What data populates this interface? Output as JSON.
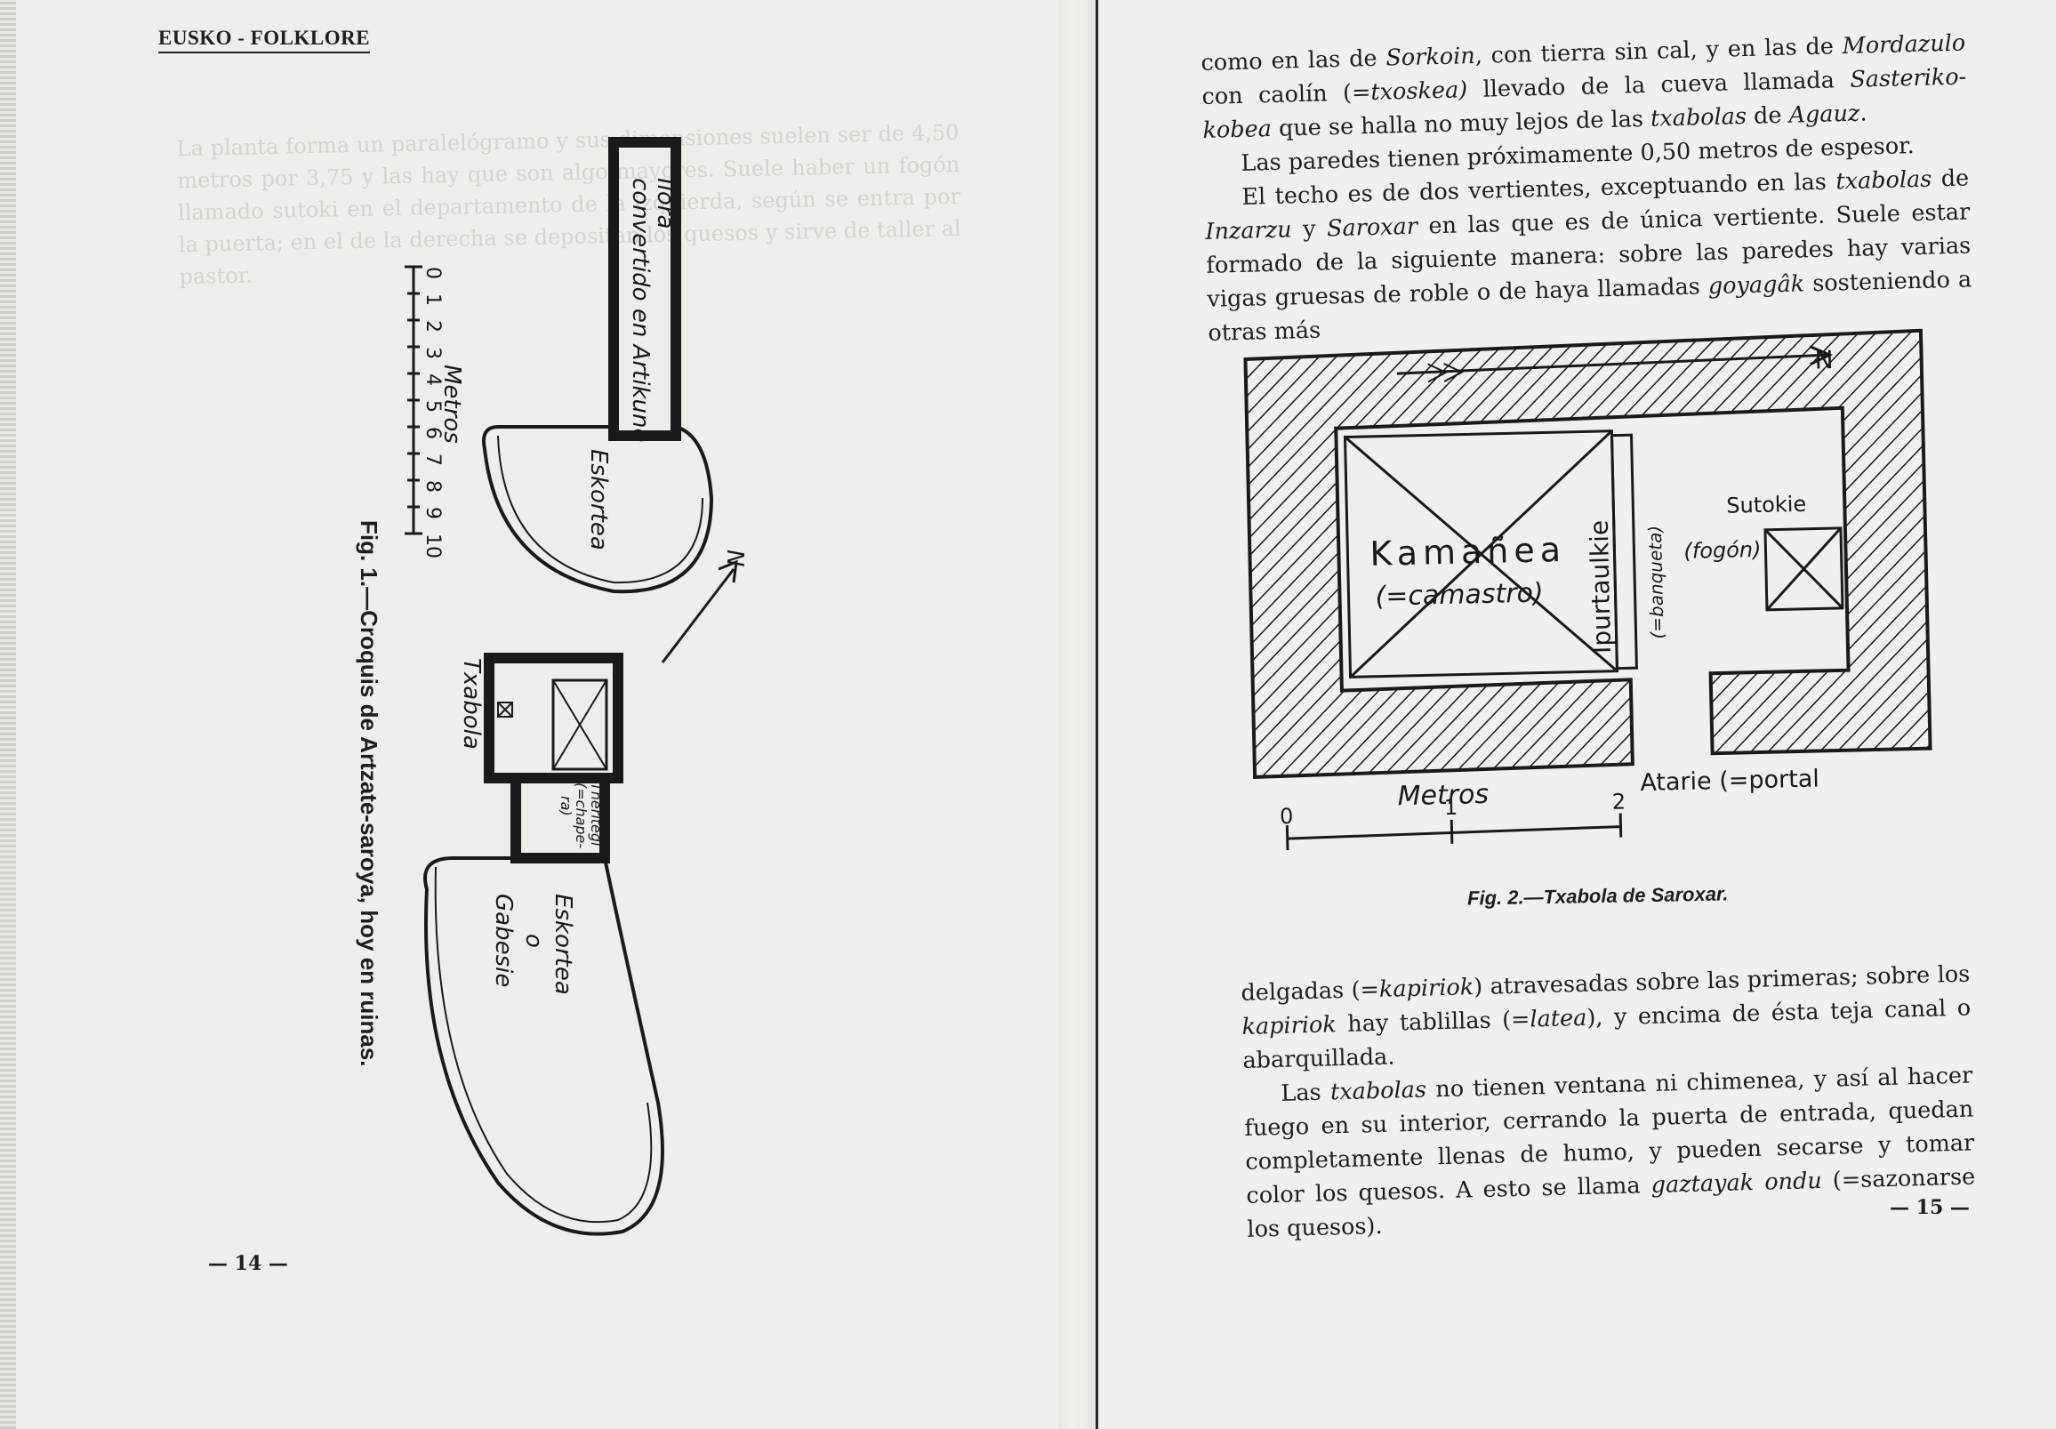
{
  "left_page": {
    "running_head": "EUSKO - FOLKLORE",
    "folio": "— 14 —",
    "figure1": {
      "caption": "Fig. 1.—Croquis de Artzate-saroya, hoy en ruinas.",
      "labels": {
        "room_top": "Ilora",
        "room_top_2": "convertido en Artikune",
        "eskortea_top": "Eskortea",
        "txabola": "Txabola",
        "theritegi": "Theritegi",
        "theritegi_2": "(=chape-",
        "theritegi_3": "ra)",
        "eskortea_bottom": "Eskortea",
        "o": "o",
        "gabesie": "Gabesie",
        "metros": "Metros",
        "north": "N"
      },
      "scale": [
        "0",
        "1",
        "2",
        "3",
        "4",
        "5",
        "6",
        "7",
        "8",
        "9",
        "10"
      ]
    },
    "ghost_text": "La planta forma un paralelógramo y sus dimensiones suelen ser de 4,50 metros por 3,75 y las hay que son algo mayores. Suele haber un fogón llamado sutoki en el departamento de la izquierda, según se entra por la puerta; en el de la derecha se depositan los quesos y sirve de taller al pastor."
  },
  "right_page": {
    "folio": "— 15 —",
    "para1_parts": [
      "como en las de ",
      "Sorkoin",
      ", con tierra sin cal, y en las de ",
      "Mordazulo",
      " con caolín (=",
      "txoskea)",
      " llevado de la cueva llamada ",
      "Sasteriko-kobea",
      " que se halla no muy lejos de las ",
      "txabolas",
      " de ",
      "Agauz",
      "."
    ],
    "para2": "Las paredes tienen próximamente 0,50 metros de espesor.",
    "para3_parts": [
      "El techo es de dos vertientes, exceptuando en las ",
      "txabolas",
      " de ",
      "Inzarzu",
      " y ",
      "Saroxar",
      " en las que es de única vertiente. Suele estar formado de la siguiente manera: sobre las paredes hay varias vigas gruesas de roble o de haya llamadas ",
      "goyagâk",
      " sosteniendo a otras más"
    ],
    "figure2": {
      "caption_prefix": "Fig. 2.—Txabola",
      "caption_suffix": " de Saroxar.",
      "kamanea": "Kamañea",
      "camastro": "(=camastro)",
      "ipurtaukie": "Ipurtaulkie",
      "banqueta": "(=banqueta)",
      "sutokie": "Sutokie",
      "fogon": "(fogón)",
      "atarie": "Atarie (=portal",
      "metros": "Metros",
      "scale": [
        "0",
        "1",
        "2"
      ],
      "north": "N"
    },
    "para4_parts": [
      "delgadas (=",
      "kapiriok",
      ") atravesadas sobre las primeras; sobre los ",
      "kapiriok",
      " hay tablillas (=",
      "latea",
      "), y encima de ésta teja canal o abarquillada."
    ],
    "para5_parts": [
      "Las ",
      "txabolas",
      " no tienen ventana ni chimenea, y así al hacer fuego en su interior, cerrando la puerta de entrada, quedan completamente llenas de humo, y pueden secarse y tomar color los quesos. A esto se llama ",
      "gaztayak ondu",
      " (=sazonarse los quesos)."
    ]
  }
}
